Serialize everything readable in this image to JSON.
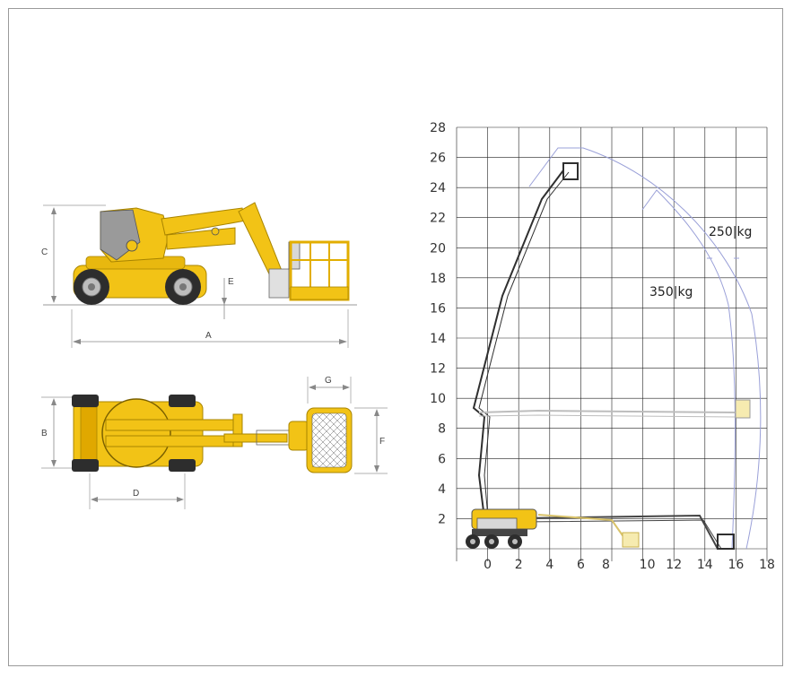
{
  "colors": {
    "machine_yellow": "#F2C316",
    "machine_dark": "#333333",
    "grid": "#222222",
    "envelope": "#9AA0D8",
    "dimension_line": "#888888"
  },
  "side_view": {
    "dimensions": {
      "A": "A",
      "C": "C",
      "E": "E"
    }
  },
  "top_view": {
    "dimensions": {
      "B": "B",
      "D": "D",
      "F": "F",
      "G": "G"
    }
  },
  "chart_data": {
    "type": "reach_diagram",
    "x_ticks": [
      0,
      2,
      4,
      6,
      8,
      10,
      12,
      14,
      16,
      18
    ],
    "y_ticks": [
      2,
      4,
      6,
      8,
      10,
      12,
      14,
      16,
      18,
      20,
      22,
      24,
      26,
      28
    ],
    "ylim": [
      0,
      28
    ],
    "grid": true,
    "capacity_labels": [
      {
        "text": "250|kg"
      },
      {
        "text": "350|kg"
      }
    ]
  }
}
